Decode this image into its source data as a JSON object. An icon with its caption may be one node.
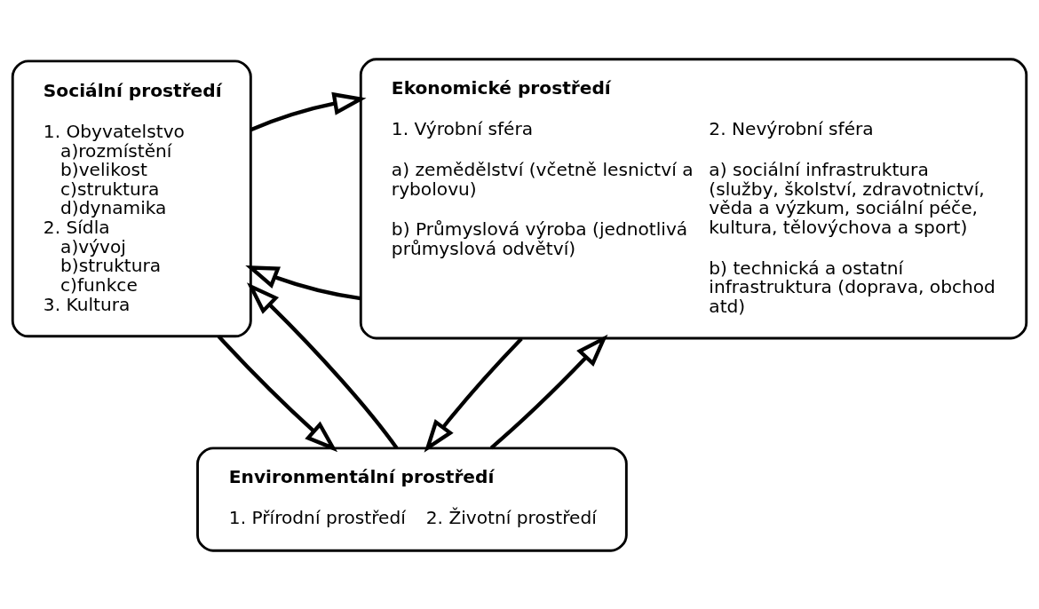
{
  "diagram": {
    "nodes": [
      {
        "text": [
          "Sociální prostředí",
          "1. Obyvatelstvo",
          "a)rozmístění",
          "b)velikost",
          "c)struktura",
          "d)dynamika",
          "2. Sídla",
          "a)vývoj",
          "b)struktura",
          "c)funkce",
          "3. Kultura"
        ]
      },
      {
        "text": [
          "Ekonomické prostředí",
          "1. Výrobní sféra",
          "a) zemědělství (včetně lesnictví a rybolovu)",
          "b) Průmyslová výroba (jednotlivá průmyslová odvětví)",
          "2. Nevýrobní sféra",
          "a) sociální infrastruktura (služby, školství, zdravotnictví, věda a výzkum, sociální péče, kultura, tělovýchova a sport)",
          "b) technická a ostatní infrastruktura (doprava, obchod atd)"
        ]
      },
      {
        "text": [
          "Environmentální prostředí",
          "1. Přírodní prostředí",
          "2. Životní prostředí"
        ]
      }
    ],
    "edges": [
      {
        "from": 1,
        "to": 0,
        "arrow": "to"
      },
      {
        "from": 0,
        "to": 1,
        "arrow": "to"
      },
      {
        "from": 0,
        "to": 2,
        "arrow": "to"
      },
      {
        "from": 2,
        "to": 0,
        "arrow": "to"
      },
      {
        "from": 1,
        "to": 2,
        "arrow": "to"
      },
      {
        "from": 2,
        "to": 1,
        "arrow": "to"
      }
    ]
  }
}
